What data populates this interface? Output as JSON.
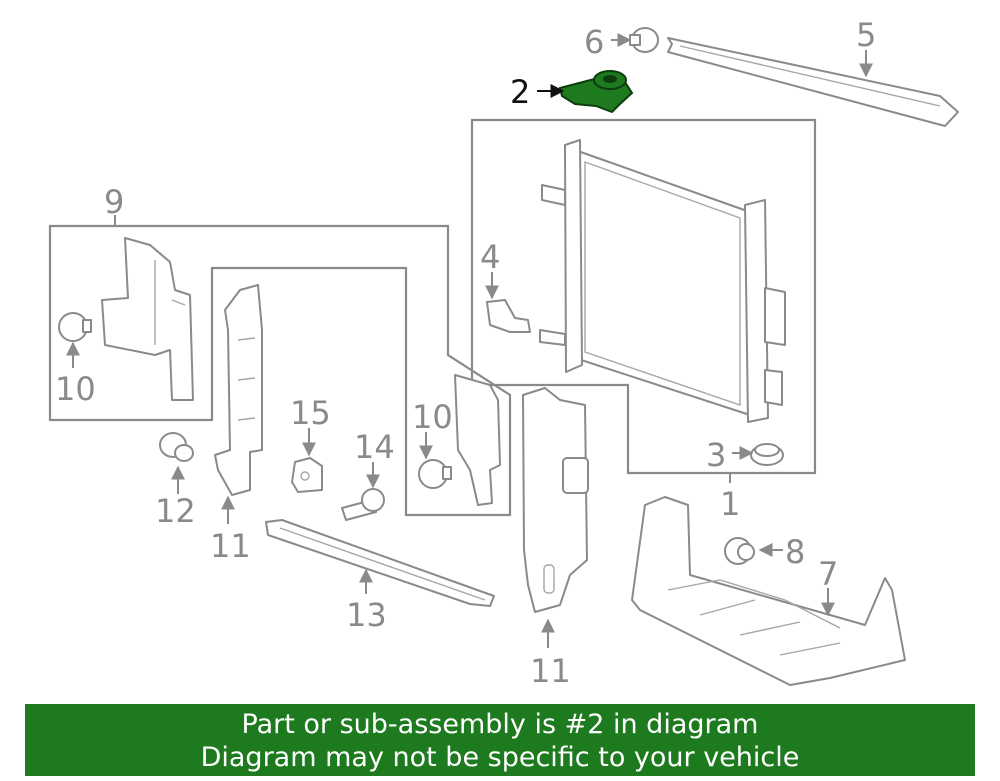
{
  "callouts": {
    "c1": "1",
    "c2": "2",
    "c3": "3",
    "c4": "4",
    "c5": "5",
    "c6": "6",
    "c7": "7",
    "c8": "8",
    "c9": "9",
    "c10a": "10",
    "c10b": "10",
    "c11a": "11",
    "c11b": "11",
    "c12": "12",
    "c13": "13",
    "c14": "14",
    "c15": "15"
  },
  "highlighted_part": "2",
  "colors": {
    "highlight": "#1e7a1e",
    "line": "#8a8a8a",
    "banner_bg": "#1e7a1e",
    "banner_text": "#ffffff"
  },
  "banner": {
    "line1": "Part or sub-assembly is #2 in diagram",
    "line2": "Diagram may not be specific to your vehicle"
  }
}
